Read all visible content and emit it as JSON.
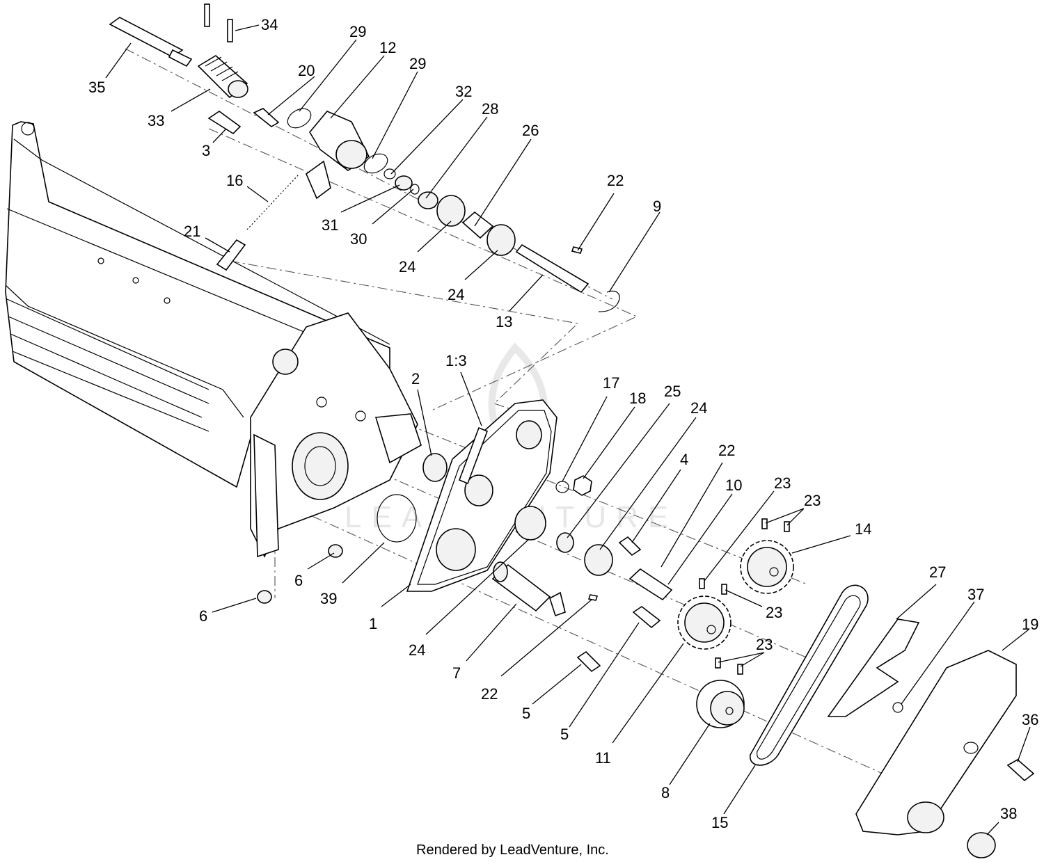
{
  "callouts": [
    {
      "text": "35"
    },
    {
      "text": "34"
    },
    {
      "text": "33"
    },
    {
      "text": "3"
    },
    {
      "text": "20"
    },
    {
      "text": "29"
    },
    {
      "text": "12"
    },
    {
      "text": "29"
    },
    {
      "text": "32"
    },
    {
      "text": "28"
    },
    {
      "text": "26"
    },
    {
      "text": "16"
    },
    {
      "text": "21"
    },
    {
      "text": "31"
    },
    {
      "text": "30"
    },
    {
      "text": "24"
    },
    {
      "text": "24"
    },
    {
      "text": "22"
    },
    {
      "text": "9"
    },
    {
      "text": "13"
    },
    {
      "text": "1:3"
    },
    {
      "text": "2"
    },
    {
      "text": "17"
    },
    {
      "text": "18"
    },
    {
      "text": "25"
    },
    {
      "text": "24"
    },
    {
      "text": "4"
    },
    {
      "text": "22"
    },
    {
      "text": "10"
    },
    {
      "text": "23"
    },
    {
      "text": "23"
    },
    {
      "text": "14"
    },
    {
      "text": "6"
    },
    {
      "text": "39"
    },
    {
      "text": "6"
    },
    {
      "text": "1"
    },
    {
      "text": "24"
    },
    {
      "text": "7"
    },
    {
      "text": "22"
    },
    {
      "text": "5"
    },
    {
      "text": "5"
    },
    {
      "text": "11"
    },
    {
      "text": "23"
    },
    {
      "text": "23"
    },
    {
      "text": "27"
    },
    {
      "text": "37"
    },
    {
      "text": "19"
    },
    {
      "text": "8"
    },
    {
      "text": "15"
    },
    {
      "text": "36"
    },
    {
      "text": "38"
    }
  ],
  "watermark": "LEADVENTURE",
  "footer": "Rendered by LeadVenture, Inc."
}
